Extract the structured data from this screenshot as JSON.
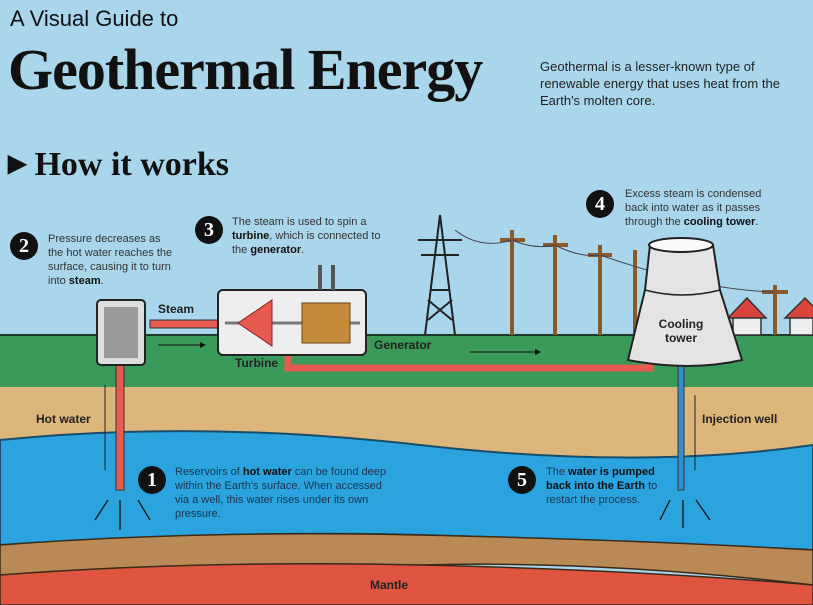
{
  "header": {
    "subtitle": "A Visual Guide to",
    "title": "Geothermal Energy",
    "intro": "Geothermal is a lesser-known type of renewable energy that uses heat from the Earth's molten core.",
    "section": "How it works",
    "section_icon": "triangle-right-icon"
  },
  "steps": [
    {
      "num": "1",
      "parts": [
        "Reservoirs of ",
        "hot water",
        " can be found deep within the Earth's surface. When accessed via a well, this water rises under its own pressure."
      ]
    },
    {
      "num": "2",
      "parts": [
        "Pressure decreases as the hot water reaches the surface, causing it to turn into ",
        "steam",
        "."
      ]
    },
    {
      "num": "3",
      "parts": [
        "The steam is used to spin a ",
        "turbine",
        ", which is connected to the ",
        "generator",
        "."
      ]
    },
    {
      "num": "4",
      "parts": [
        "Excess steam is condensed back into water as it passes through the ",
        "cooling tower",
        "."
      ]
    },
    {
      "num": "5",
      "parts": [
        "The ",
        "water is pumped back into the Earth",
        " to restart the process."
      ]
    }
  ],
  "labels": {
    "steam": "Steam",
    "turbine": "Turbine",
    "generator": "Generator",
    "cooling_tower_1": "Cooling",
    "cooling_tower_2": "tower",
    "hot_water": "Hot water",
    "injection_well": "Injection well",
    "mantle": "Mantle"
  },
  "colors": {
    "sky": "#a9d6ea",
    "grass": "#3a9a5a",
    "sand": "#dcb57a",
    "water": "#2aa3df",
    "crust": "#b98a55",
    "mantle": "#e0553f",
    "pipe_hot": "#e65a50",
    "pipe_cold": "#2f8fd0"
  }
}
